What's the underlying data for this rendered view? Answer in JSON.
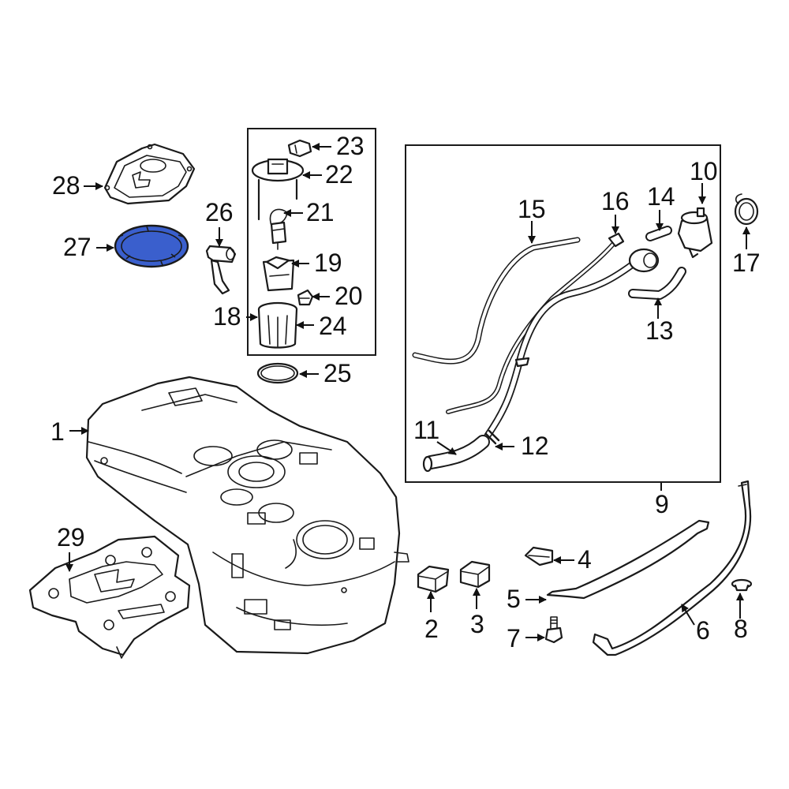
{
  "highlight_color": "#3a5fcd",
  "callouts": {
    "c1": "1",
    "c2": "2",
    "c3": "3",
    "c4": "4",
    "c5": "5",
    "c6": "6",
    "c7": "7",
    "c8": "8",
    "c9": "9",
    "c10": "10",
    "c11": "11",
    "c12": "12",
    "c13": "13",
    "c14": "14",
    "c15": "15",
    "c16": "16",
    "c17": "17",
    "c18": "18",
    "c19": "19",
    "c20": "20",
    "c21": "21",
    "c22": "22",
    "c23": "23",
    "c24": "24",
    "c25": "25",
    "c26": "26",
    "c27": "27",
    "c28": "28",
    "c29": "29"
  }
}
